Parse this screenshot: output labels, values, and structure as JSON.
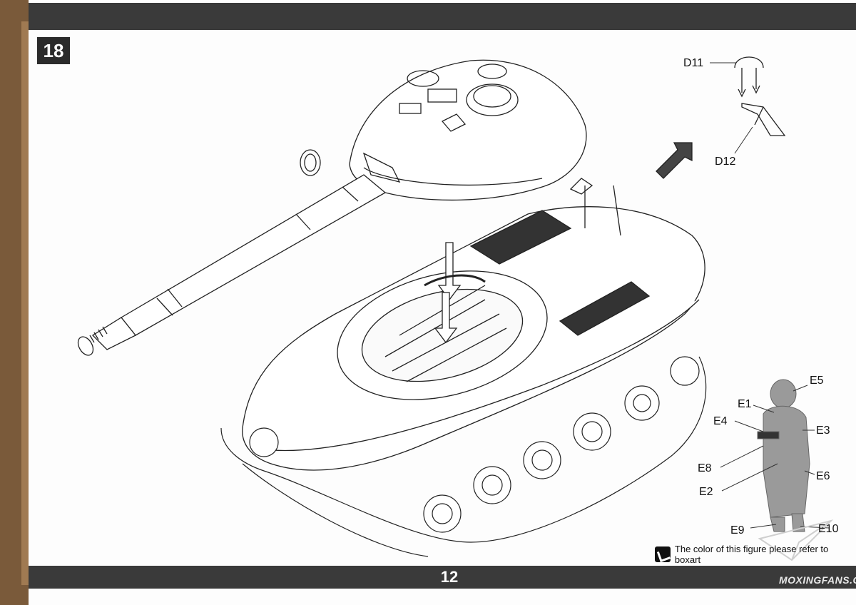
{
  "step": {
    "number": "18"
  },
  "parts": {
    "d11": "D11",
    "d12": "D12",
    "e1": "E1",
    "e2": "E2",
    "e3": "E3",
    "e4": "E4",
    "e5": "E5",
    "e6": "E6",
    "e8": "E8",
    "e9": "E9",
    "e10": "E10"
  },
  "note": {
    "text": "The color of this figure please refer to boxart"
  },
  "footer": {
    "page_number": "12",
    "watermark": "MOXINGFANS.COM"
  },
  "colors": {
    "bar": "#3a3a3a",
    "paper": "#fdfdfd",
    "figure": "#9a9a9a"
  }
}
